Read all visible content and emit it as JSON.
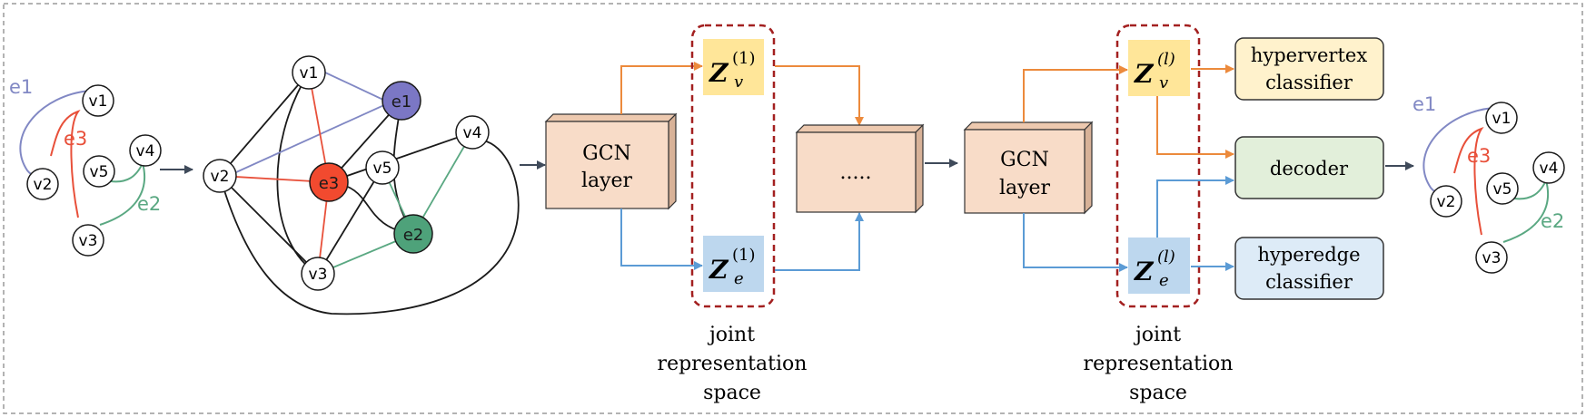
{
  "colors": {
    "e1": "#8188c4",
    "e3": "#e8503a",
    "e2": "#5aa882",
    "orange_arrow": "#ec8a3c",
    "blue_arrow": "#5b9bd5",
    "gcn_fill": "#f8dcc8",
    "zv_fill": "#ffe699",
    "ze_fill": "#bdd7ee",
    "dashed_red": "#a32020",
    "hypervertex_fill": "#fff2cc",
    "decoder_fill": "#e2efda",
    "hyperedge_fill": "#ddebf7",
    "node_e1": "#7b77c5",
    "node_e3": "#f24a2f",
    "node_e2": "#4ea27a"
  },
  "input_hypergraph": {
    "vertices": [
      "v1",
      "v2",
      "v3",
      "v4",
      "v5"
    ],
    "edges": [
      {
        "label": "e1"
      },
      {
        "label": "e3"
      },
      {
        "label": "e2"
      }
    ]
  },
  "bipartite_graph": {
    "vertex_nodes": [
      "v1",
      "v2",
      "v3",
      "v4",
      "v5"
    ],
    "edge_nodes": [
      "e1",
      "e3",
      "e2"
    ]
  },
  "gcn1": {
    "line1": "GCN",
    "line2": "layer"
  },
  "ellipsis_box": {
    "label": "....."
  },
  "gcn2": {
    "line1": "GCN",
    "line2": "layer"
  },
  "embeddings": {
    "zv1": {
      "main": "Z",
      "sub": "v",
      "sup": "(1)"
    },
    "ze1": {
      "main": "Z",
      "sub": "e",
      "sup": "(1)"
    },
    "zvl": {
      "main": "Z",
      "sub": "v",
      "sup": "(l)"
    },
    "zel": {
      "main": "Z",
      "sub": "e",
      "sup": "(l)"
    }
  },
  "joint_space_1": {
    "line1": "joint",
    "line2": "representation",
    "line3": "space"
  },
  "joint_space_2": {
    "line1": "joint",
    "line2": "representation",
    "line3": "space"
  },
  "heads": {
    "hypervertex": {
      "line1": "hypervertex",
      "line2": "classifier"
    },
    "decoder": {
      "label": "decoder"
    },
    "hyperedge": {
      "line1": "hyperedge",
      "line2": "classifier"
    }
  },
  "output_hypergraph": {
    "vertices": [
      "v1",
      "v2",
      "v3",
      "v4",
      "v5"
    ],
    "edges": [
      {
        "label": "e1"
      },
      {
        "label": "e3"
      },
      {
        "label": "e2"
      }
    ]
  }
}
